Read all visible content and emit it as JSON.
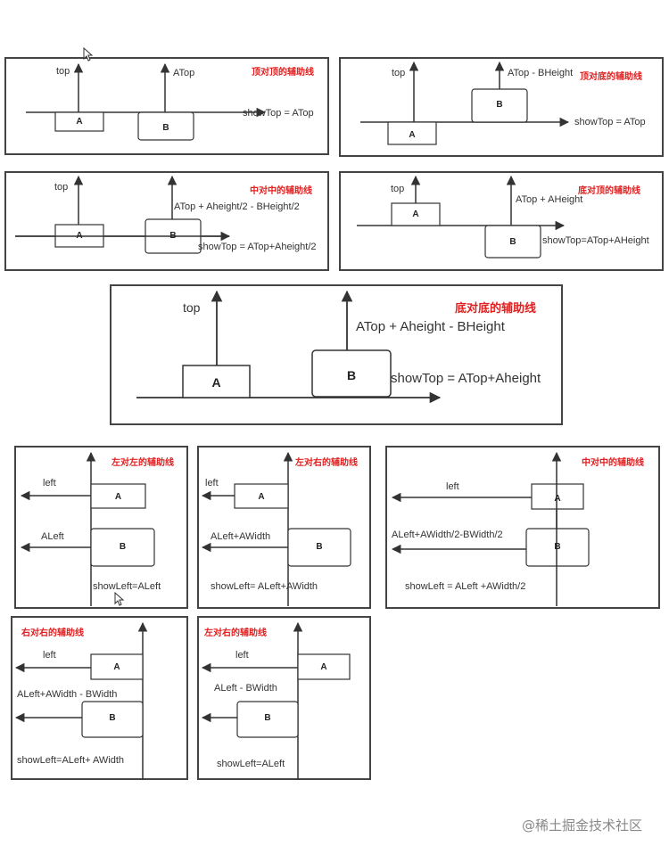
{
  "colors": {
    "line": "#333333",
    "title": "#e02020",
    "border": "#444444"
  },
  "panels": {
    "p1": {
      "title": "顶对顶的辅助线",
      "top": "top",
      "atop": "ATop",
      "show": "showTop = ATop",
      "a": "A",
      "b": "B"
    },
    "p2": {
      "title": "顶对底的辅助线",
      "top": "top",
      "formula": "ATop - BHeight",
      "show": "showTop = ATop",
      "a": "A",
      "b": "B"
    },
    "p3": {
      "title": "中对中的辅助线",
      "top": "top",
      "formula": "ATop + Aheight/2  - BHeight/2",
      "show": "showTop = ATop+Aheight/2",
      "a": "A",
      "b": "B"
    },
    "p4": {
      "title": "底对顶的辅助线",
      "top": "top",
      "formula": "ATop + AHeight",
      "show": "showTop=ATop+AHeight",
      "a": "A",
      "b": "B"
    },
    "p5": {
      "title": "底对底的辅助线",
      "top": "top",
      "formula": "ATop + Aheight - BHeight",
      "show": "showTop = ATop+Aheight",
      "a": "A",
      "b": "B"
    },
    "p6": {
      "title": "左对左的辅助线",
      "left": "left",
      "formula": "ALeft",
      "show": "showLeft=ALeft",
      "a": "A",
      "b": "B"
    },
    "p7": {
      "title": "左对右的辅助线",
      "left": "left",
      "formula": "ALeft+AWidth",
      "show": "showLeft= ALeft+AWidth",
      "a": "A",
      "b": "B"
    },
    "p8": {
      "title": "中对中的辅助线",
      "left": "left",
      "formula": "ALeft+AWidth/2-BWidth/2",
      "show": "showLeft = ALeft +AWidth/2",
      "a": "A",
      "b": "B"
    },
    "p9": {
      "title": "右对右的辅助线",
      "left": "left",
      "formula": "ALeft+AWidth - BWidth",
      "show": "showLeft=ALeft+ AWidth",
      "a": "A",
      "b": "B"
    },
    "p10": {
      "title": "左对右的辅助线",
      "left": "left",
      "formula": "ALeft - BWidth",
      "show": "showLeft=ALeft",
      "a": "A",
      "b": "B"
    }
  },
  "watermark": "@稀土掘金技术社区"
}
